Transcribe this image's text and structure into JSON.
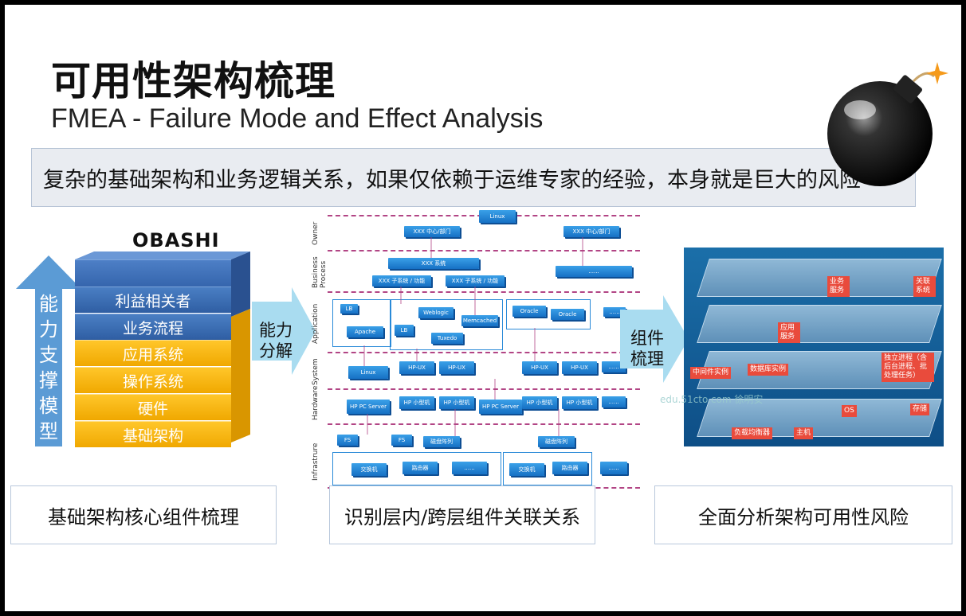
{
  "title": "可用性架构梳理",
  "subtitle": "FMEA - Failure Mode and Effect Analysis",
  "banner": "复杂的基础架构和业务逻辑关系，如果仅依赖于运维专家的经验，本身就是巨大的风险",
  "left": {
    "heading": "OBASHI",
    "vertical_label": "能力支撑模型",
    "layers": [
      "利益相关者",
      "业务流程",
      "应用系统",
      "操作系统",
      "硬件",
      "基础架构"
    ],
    "arrow_label": "能力分解",
    "caption": "基础架构核心组件梳理"
  },
  "middle": {
    "row_labels": [
      "Owner",
      "Business Process",
      "Application",
      "System",
      "Hardware",
      "Infrastrure"
    ],
    "owner_boxes": [
      "XXX 中心/部门",
      "XXX 中心/部门"
    ],
    "process_boxes": [
      "XXX 系统",
      "XXX 子系统 / 功能",
      "XXX 子系统 / 功能",
      "......"
    ],
    "app_boxes": [
      "LB",
      "Apache",
      "LB",
      "Weblogic",
      "Tuxedo",
      "Memcached",
      "Oracle",
      "Oracle",
      "......"
    ],
    "system_boxes": [
      "Linux",
      "HP-UX",
      "HP-UX",
      "Linux",
      "HP-UX",
      "HP-UX",
      "......"
    ],
    "hardware_boxes": [
      "HP PC Server",
      "HP 小型机",
      "HP 小型机",
      "HP PC Server",
      "HP 小型机",
      "HP 小型机",
      "......"
    ],
    "infra_boxes": [
      "FS",
      "FS",
      "磁盘阵列",
      "磁盘阵列",
      "交换机",
      "路由器",
      "......",
      "交换机",
      "路由器",
      "......"
    ],
    "arrow_label": "组件梳理",
    "caption": "识别层内/跨层组件关联关系"
  },
  "right": {
    "labels": [
      "业务服务",
      "关联系统",
      "应用服务",
      "中间件实例",
      "数据库实例",
      "独立进程（含后台进程、批处理任务）",
      "OS",
      "存储",
      "负载均衡器",
      "主机"
    ],
    "watermark": "edu.51cto.com 徐明安",
    "caption": "全面分析架构可用性风险"
  },
  "colors": {
    "blue": "#2f5ea3",
    "yellow": "#f0a800",
    "accent_red": "#e94b3c",
    "arrow": "#9fd3ec"
  }
}
